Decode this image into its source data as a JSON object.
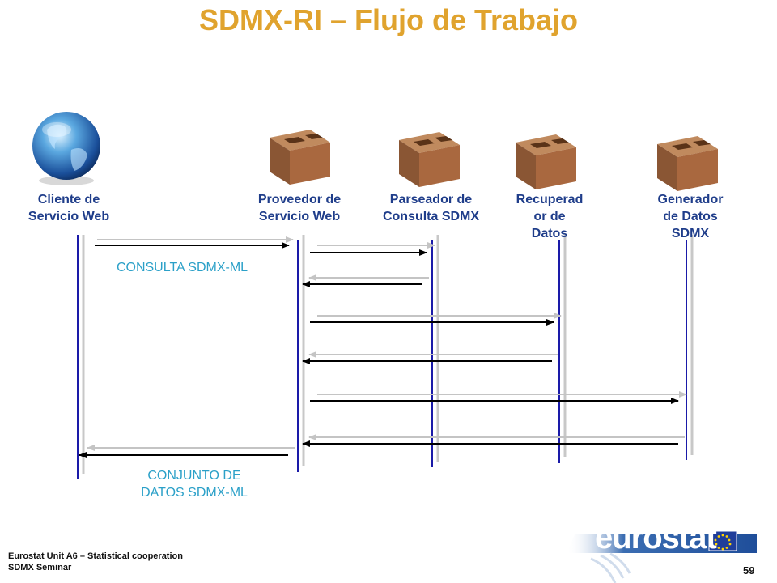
{
  "title": "SDMX-RI – Flujo de Trabajo",
  "actors": [
    {
      "label": "Cliente de Servicio Web",
      "line1": "Cliente de",
      "line2": "Servicio Web",
      "line3": "",
      "icon": "globe-icon"
    },
    {
      "label": "Proveedor de Servicio Web",
      "line1": "Proveedor de",
      "line2": "Servicio Web",
      "line3": "",
      "icon": "brick-icon"
    },
    {
      "label": "Parseador de Consulta SDMX",
      "line1": "Parseador de",
      "line2": "Consulta SDMX",
      "line3": "",
      "icon": "brick-icon"
    },
    {
      "label": "Recuperador de Datos",
      "line1": "Recuperad",
      "line2": "or de",
      "line3": "Datos",
      "icon": "brick-icon"
    },
    {
      "label": "Generador de Datos SDMX",
      "line1": "Generador",
      "line2": "de Datos",
      "line3": "SDMX",
      "icon": "brick-icon"
    }
  ],
  "messages": {
    "request_label": "CONSULTA SDMX-ML",
    "response_label_line1": "CONJUNTO DE",
    "response_label_line2": "DATOS SDMX-ML"
  },
  "footer": {
    "line1": "Eurostat Unit  A6 – Statistical cooperation",
    "line2": "SDMX Seminar"
  },
  "page_number": "59",
  "logo_text": "eurostat",
  "colors": {
    "title": "#e0a32e",
    "actor_label": "#1f3d8a",
    "message_label": "#2ba0c8",
    "lifeline_blue": "#1a1aa8",
    "lifeline_gray": "#c8c8c8",
    "logo_bg": "#1f4e9a"
  }
}
